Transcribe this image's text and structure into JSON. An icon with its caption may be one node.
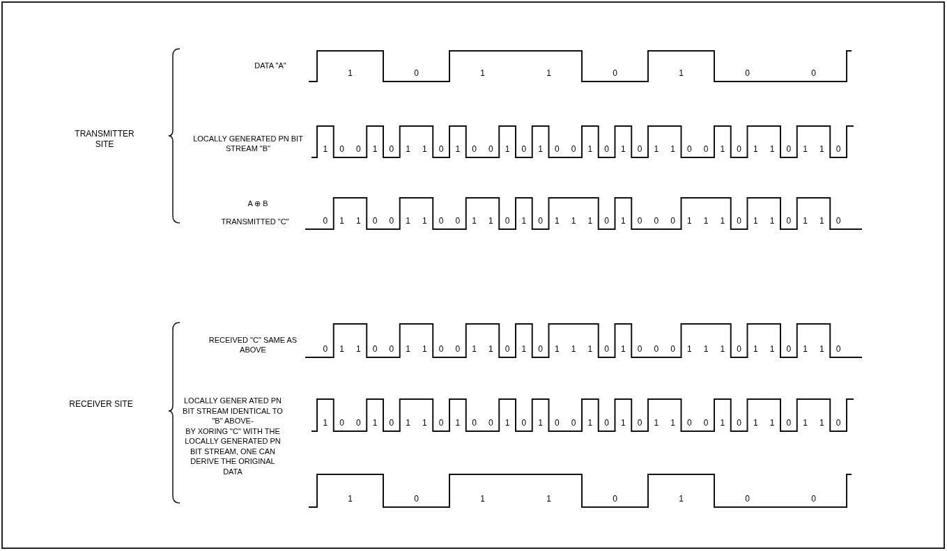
{
  "diagram": {
    "labels": [
      "TRANSMITTER SITE",
      "DATA \"A\"",
      "1",
      "0",
      "1",
      "1",
      "0",
      "1",
      "0",
      "0",
      "LOCALLY GENERATED PN BIT STREAM \"B\"",
      "1",
      "0",
      "0",
      "1",
      "0",
      "1",
      "1",
      "0",
      "1",
      "0",
      "0",
      "1",
      "0",
      "1",
      "0",
      "0",
      "1",
      "0",
      "1",
      "0",
      "1",
      "1",
      "0",
      "0",
      "1",
      "0",
      "1",
      "1",
      "0",
      "1",
      "1",
      "0",
      "A ⊕ B",
      "TRANSMITTED \"C\"",
      "0",
      "1",
      "1",
      "0",
      "0",
      "1",
      "1",
      "0",
      "0",
      "1",
      "1",
      "0",
      "1",
      "0",
      "1",
      "1",
      "1",
      "0",
      "1",
      "0",
      "0",
      "0",
      "1",
      "1",
      "1",
      "0",
      "1",
      "1",
      "0",
      "1",
      "1",
      "0",
      "RECEIVER SITE",
      "RECEIVED \"C\" SAME AS ABOVE",
      "0",
      "1",
      "1",
      "0",
      "0",
      "1",
      "1",
      "0",
      "0",
      "1",
      "1",
      "0",
      "1",
      "0",
      "1",
      "1",
      "1",
      "0",
      "1",
      "0",
      "0",
      "0",
      "1",
      "1",
      "1",
      "0",
      "1",
      "1",
      "0",
      "1",
      "1",
      "0",
      "LOCALLY GENER ATED PN BIT STREAM IDENTICAL TO \"B\" ABOVE-",
      "BY XORING \"C\" WITH THE LOCALLY GENERATED PN BIT STREAM, ONE CAN DERIVE THE ORIGINAL DATA",
      "1",
      "0",
      "0",
      "1",
      "0",
      "1",
      "1",
      "0",
      "1",
      "0",
      "0",
      "1",
      "0",
      "1",
      "0",
      "0",
      "1",
      "0",
      "1",
      "0",
      "1",
      "1",
      "0",
      "0",
      "1",
      "0",
      "1",
      "1",
      "0",
      "1",
      "1",
      "0",
      "1",
      "0",
      "1",
      "1",
      "0",
      "1",
      "0",
      "0"
    ]
  }
}
